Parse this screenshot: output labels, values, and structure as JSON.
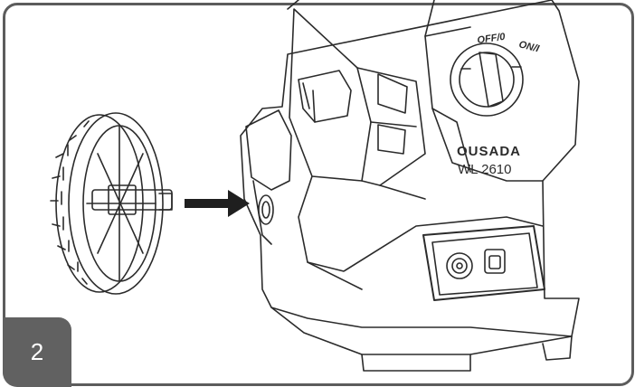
{
  "step": {
    "number": "2"
  },
  "device": {
    "brand": "OUSADA",
    "model": "WL 2610",
    "switch_off_label": "OFF/0",
    "switch_on_label": "ON/I"
  },
  "colors": {
    "frame": "#5c5c5c",
    "badge": "#616161",
    "line": "#2b2b2b",
    "arrow": "#1f1f1f"
  },
  "icons": {
    "arrow": "arrow-right",
    "part": "filter-cap"
  }
}
